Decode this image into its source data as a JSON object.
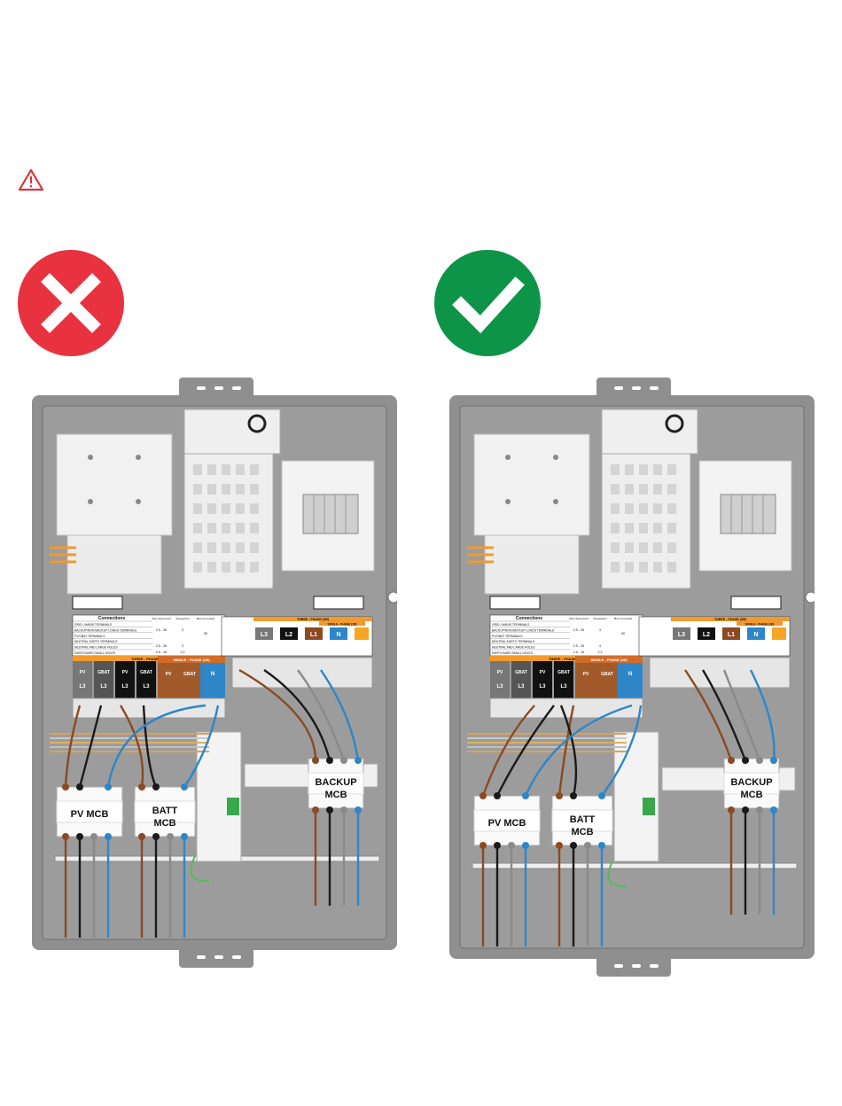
{
  "colors": {
    "wrong": "#E8323F",
    "right": "#0E9449",
    "warning": "#D9333C",
    "enclosure": "#8f8f8f",
    "enclosure_dark": "#6f6f6f",
    "brown": "#8B4A22",
    "black": "#1a1a1a",
    "grey": "#8a8a8a",
    "blue": "#2E86C9",
    "orange": "#F29A2E"
  },
  "icons": {
    "warning": "warning-triangle-icon",
    "wrong": "cross-icon",
    "right": "check-icon"
  },
  "panels": [
    {
      "id": "wrong",
      "label_pv": "PV MCB",
      "label_batt_1": "BATT",
      "label_batt_2": "MCB",
      "label_backup_1": "BACKUP",
      "label_backup_2": "MCB"
    },
    {
      "id": "right",
      "label_pv": "PV MCB",
      "label_batt_1": "BATT",
      "label_batt_2": "MCB",
      "label_backup_1": "BACKUP",
      "label_backup_2": "MCB"
    }
  ],
  "labels": {
    "connections_title": "Connections",
    "row1": "GRID / MAINS TERMINALS",
    "row2": "BACKUP/NON-BACKUP LOADS TERMINALS",
    "row3": "PV/CBAT TERMINALS",
    "row4": "NEUTRAL EARTH TERMINALS",
    "row5a": "NEUTRAL AND",
    "row5b": "LARGE HOLES",
    "row6a": "EARTH BARS",
    "row6b": "SMALL HOLES",
    "col1": "Wire Size(mm2)",
    "col2": "Torque(Nm)",
    "col3": "Max.Current(A)",
    "v1": "2.5 - 35",
    "v2": "3",
    "v3": "50",
    "v4": "2.5 - 35",
    "v5": "3",
    "v6": "2.5 - 16",
    "v7": "2.2",
    "three_phase_3ph": "THREE - PHASE (3Ø)",
    "single_phase_1ph": "SINGLE - PHASE (1Ø)",
    "three_phase_3ph_b": "THREE - PHASE (3Ø)",
    "single_phase_1ph_b": "SINGLE - PHASE (1Ø)",
    "l3": "L3",
    "l2": "L2",
    "l1": "L1",
    "n": "N",
    "pv": "PV",
    "gbat": "GBAT"
  }
}
